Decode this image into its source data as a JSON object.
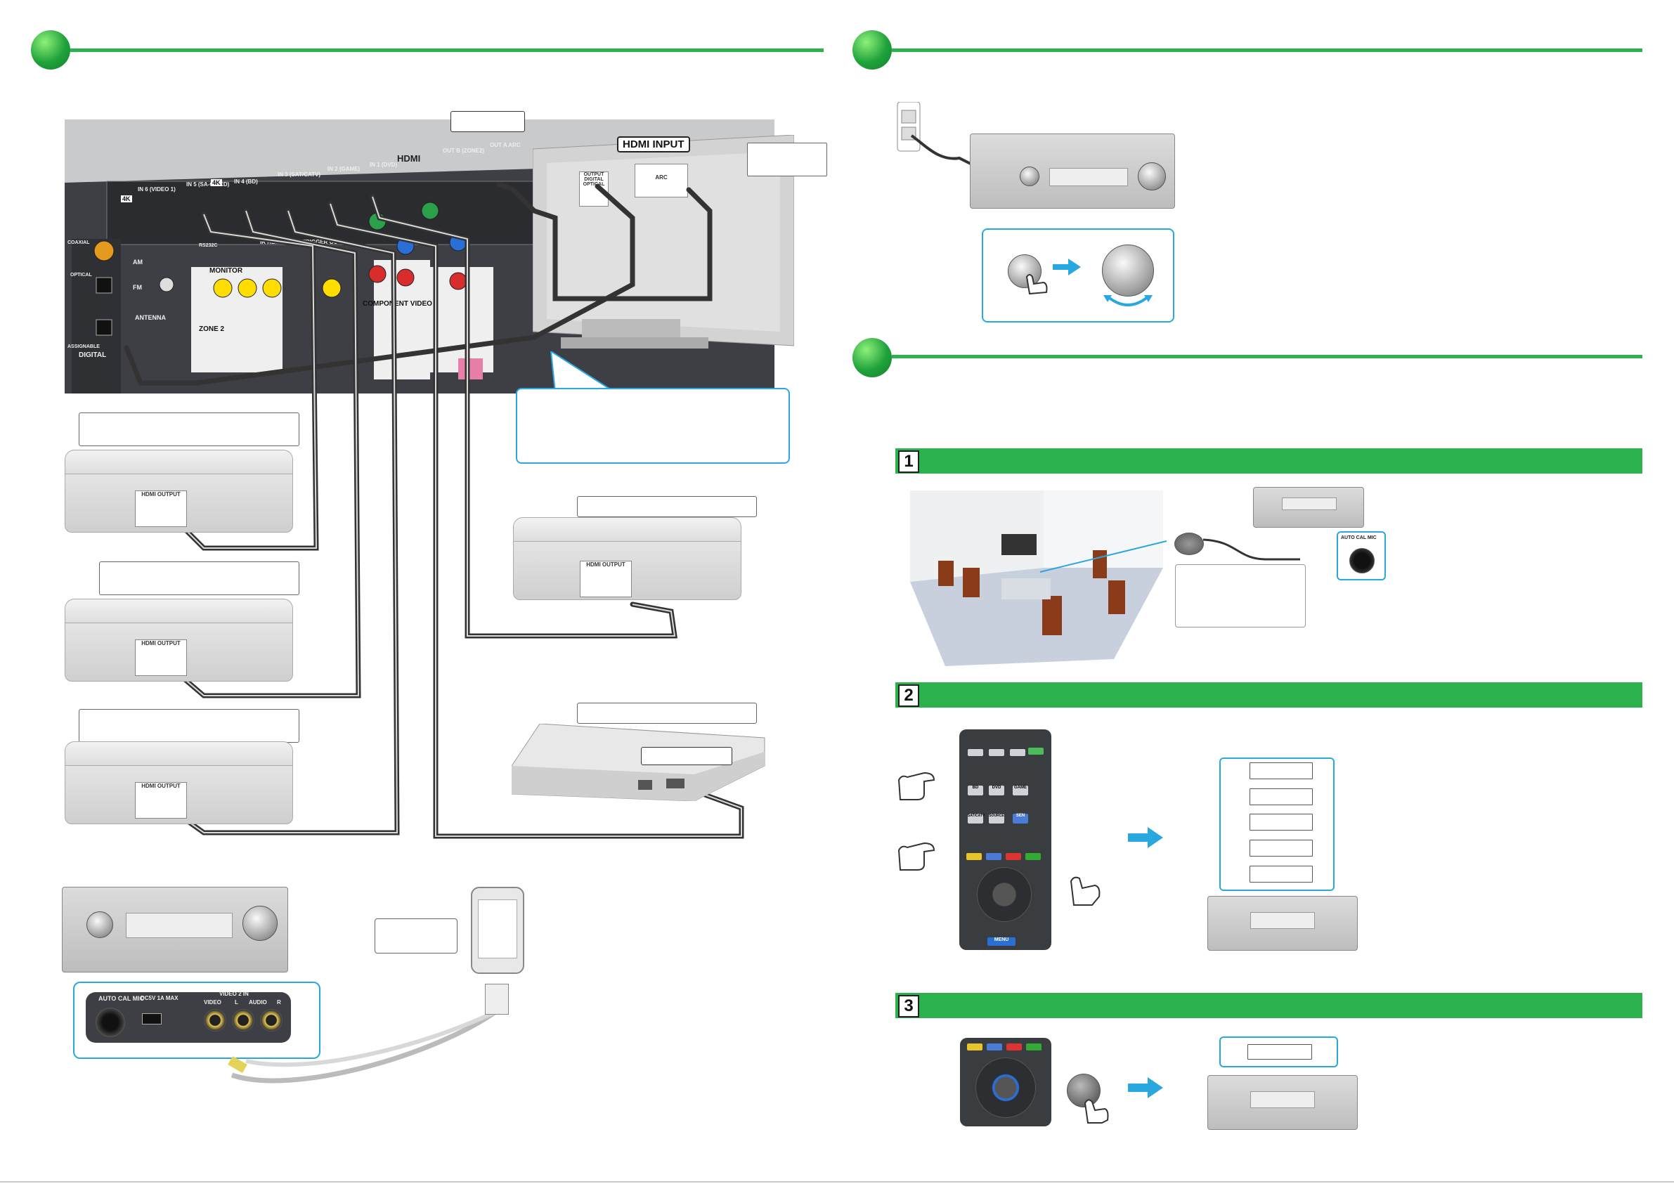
{
  "colors": {
    "accent_green": "#2bb24c",
    "callout_blue": "#29a8e0",
    "receiver_panel": "#3d3f44"
  },
  "tv": {
    "hdmi_input_label": "HDMI INPUT",
    "port_label": "ARC",
    "optical_label": "OUTPUT DIGITAL OPTICAL"
  },
  "receiver_rear": {
    "hdmi_section": "HDMI",
    "hdmi_ports": [
      "IN 6 (VIDEO 1)",
      "IN 5 (SA-CD/CD)",
      "IN 4 (BD)",
      "IN 3 (SAT/CATV)",
      "IN 2 (GAME)",
      "IN 1 (DVD)"
    ],
    "hdmi_outputs": [
      "OUT B (ZONE2)",
      "OUT A ARC"
    ],
    "badges": [
      "4K",
      "4K"
    ],
    "labels": [
      "COAXIAL",
      "OPTICAL",
      "DIGITAL",
      "ANTENNA",
      "AM",
      "FM",
      "MONITOR",
      "ZONE 2",
      "COMPONENT VIDEO",
      "RS232C",
      "IR REMOTE",
      "TRIGGER OUT",
      "ASSIGNABLE"
    ]
  },
  "devices": {
    "hdmi_output_label": "HDMI OUTPUT"
  },
  "front_panel": {
    "auto_cal_mic": "AUTO CAL MIC",
    "usb_label": "DC5V 1A MAX",
    "video2_in": "VIDEO 2 IN",
    "video": "VIDEO",
    "audio": "AUDIO",
    "l": "L",
    "r": "R"
  },
  "steps": [
    "1",
    "2",
    "3"
  ],
  "remote": {
    "buttons": [
      "BD",
      "DVD",
      "GAME",
      "SAT/CATV",
      "SOURCE",
      "SEN",
      "MENU"
    ]
  }
}
